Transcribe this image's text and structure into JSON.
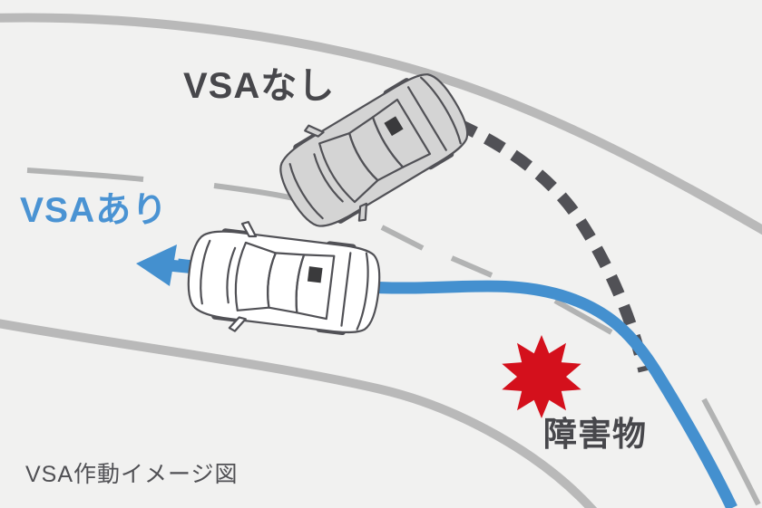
{
  "diagram": {
    "caption": "VSA作動イメージ図",
    "labels": {
      "without_vsa": "VSAなし",
      "with_vsa": "VSAあり",
      "obstacle": "障害物"
    },
    "icons": {
      "obstacle": "starburst-icon",
      "with_vsa_direction": "arrow-left-icon",
      "without_vsa_trajectory": "dashed-skid-path",
      "with_vsa_trajectory": "solid-stable-path",
      "vehicles": "car-top-view-icon"
    }
  },
  "colors": {
    "background": "#f1f1f0",
    "road": "#b9b9b9",
    "lane_dash": "#b2b3b3",
    "ink": "#515156",
    "text": "#47474b",
    "caption_color": "#505054",
    "blue": "#4490cf",
    "blue_text": "#4a93d3",
    "red": "#d4101c",
    "car_gray": "#d4d4d4",
    "car_white": "#ffffff",
    "vent": "#3a3a3c"
  }
}
